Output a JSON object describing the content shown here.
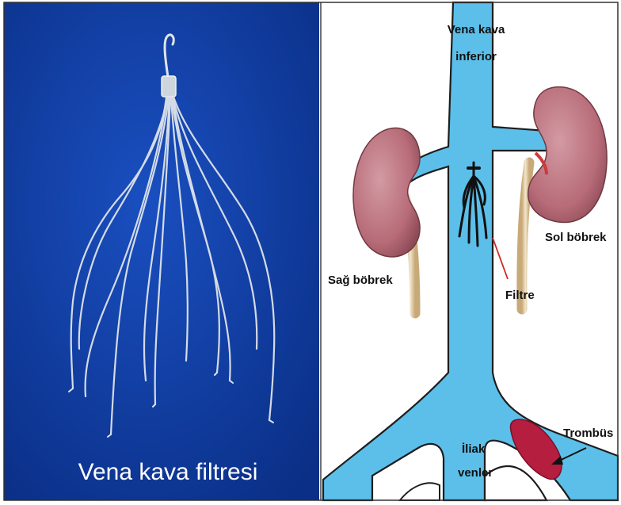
{
  "left_panel": {
    "caption": "Vena kava filtresi",
    "background_color": "#0d3a9c",
    "wire_color": "#dfe4ea"
  },
  "right_panel": {
    "labels": {
      "ivc_line1": "Vena kava",
      "ivc_line2": "inferior",
      "right_kidney": "Sağ böbrek",
      "left_kidney": "Sol böbrek",
      "filter": "Filtre",
      "thrombus": "Trombüs",
      "iliac_line1": "İliak",
      "iliac_line2": "venler"
    },
    "colors": {
      "vein": "#5bbfe9",
      "kidney": "#b76c78",
      "ureter": "#e9d7b3",
      "thrombus": "#b51e3f",
      "filter": "#111111",
      "arrow": "#cc2a2a"
    }
  }
}
